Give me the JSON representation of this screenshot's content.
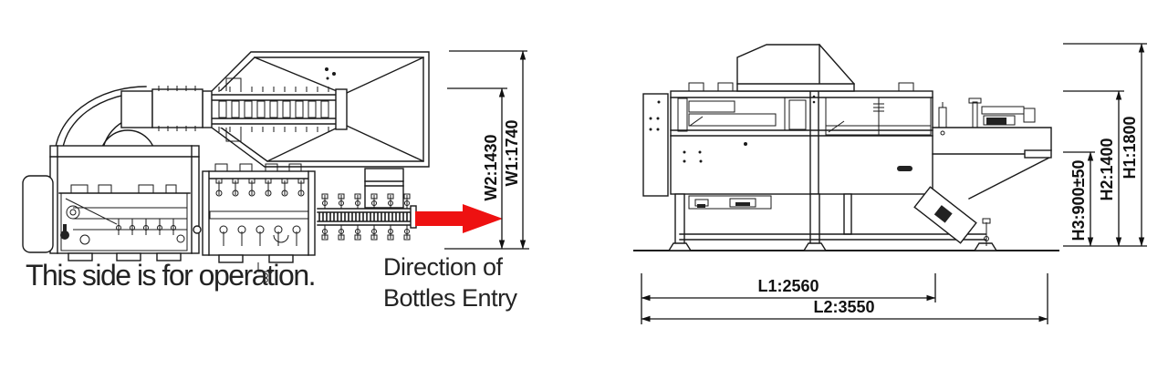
{
  "colors": {
    "arrow_red": "#ee1111",
    "line": "#1a1a1a",
    "text": "#232323"
  },
  "top_view": {
    "operation_label": "This side is for operation.",
    "direction_label": {
      "line1": "Direction of",
      "line2": "Bottles Entry"
    },
    "dimensions": {
      "w1": "W1:1740",
      "w2": "W2:1430"
    }
  },
  "side_view": {
    "dimensions": {
      "h1": "H1:1800",
      "h2": "H2:1400",
      "h3": "H3:900±50",
      "l1": "L1:2560",
      "l2": "L2:3550"
    }
  },
  "icons": {
    "direction_arrow": "red-right-arrow"
  }
}
